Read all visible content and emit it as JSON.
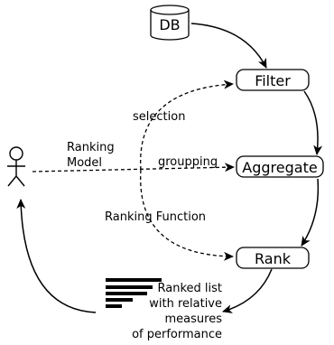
{
  "nodes": {
    "db": "DB",
    "filter": "Filter",
    "aggregate": "Aggregate",
    "rank": "Rank"
  },
  "labels": {
    "selection": "selection",
    "groupping": "groupping",
    "ranking_model_1": "Ranking",
    "ranking_model_2": "Model",
    "ranking_function": "Ranking Function",
    "ranked_list_1": "Ranked list",
    "ranked_list_2": "with relative",
    "ranked_list_3": "measures",
    "ranked_list_4": "of performance"
  },
  "icons": {
    "user": "stick-figure-user-icon",
    "database": "database-cylinder-icon",
    "ranked_list": "ranked-list-bars-icon"
  }
}
